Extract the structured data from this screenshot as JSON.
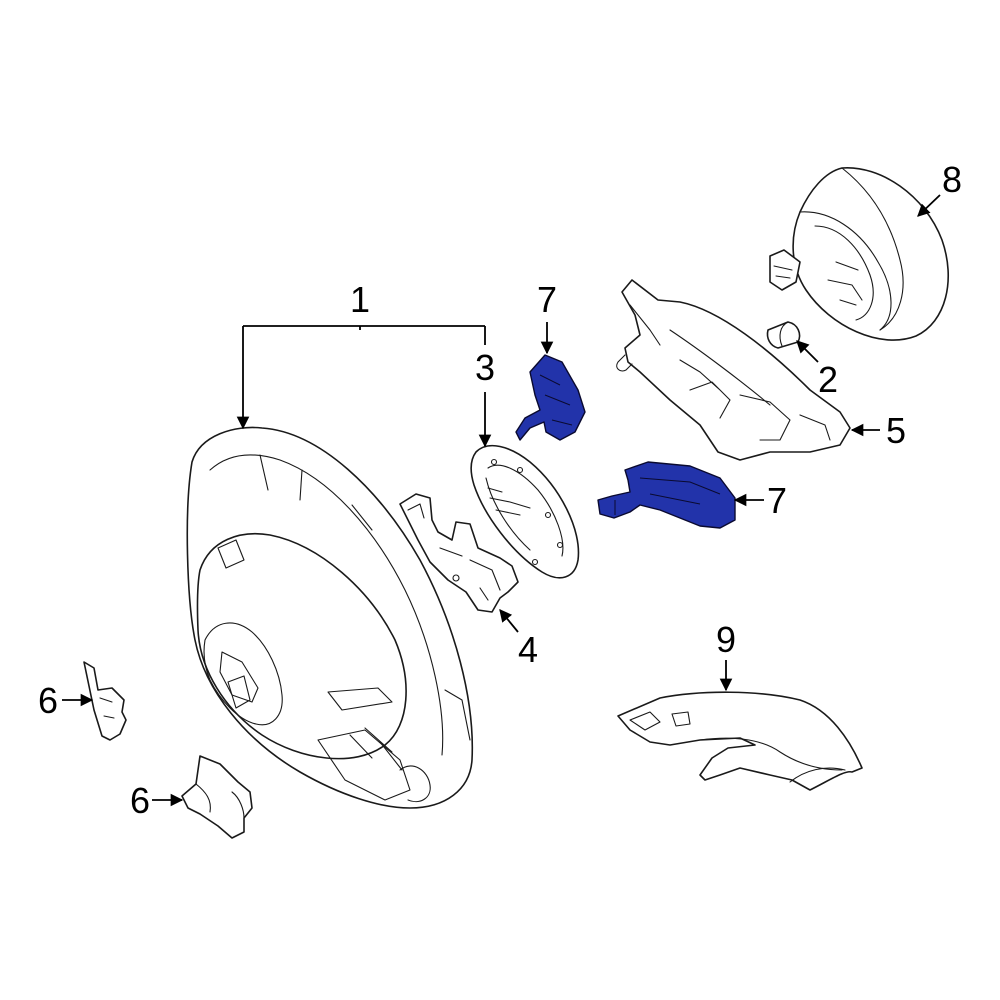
{
  "highlight_color": "#2233aa",
  "callouts": {
    "c1": "1",
    "c2": "2",
    "c3": "3",
    "c4": "4",
    "c5": "5",
    "c6a": "6",
    "c6b": "6",
    "c7a": "7",
    "c7b": "7",
    "c8": "8",
    "c9": "9"
  }
}
